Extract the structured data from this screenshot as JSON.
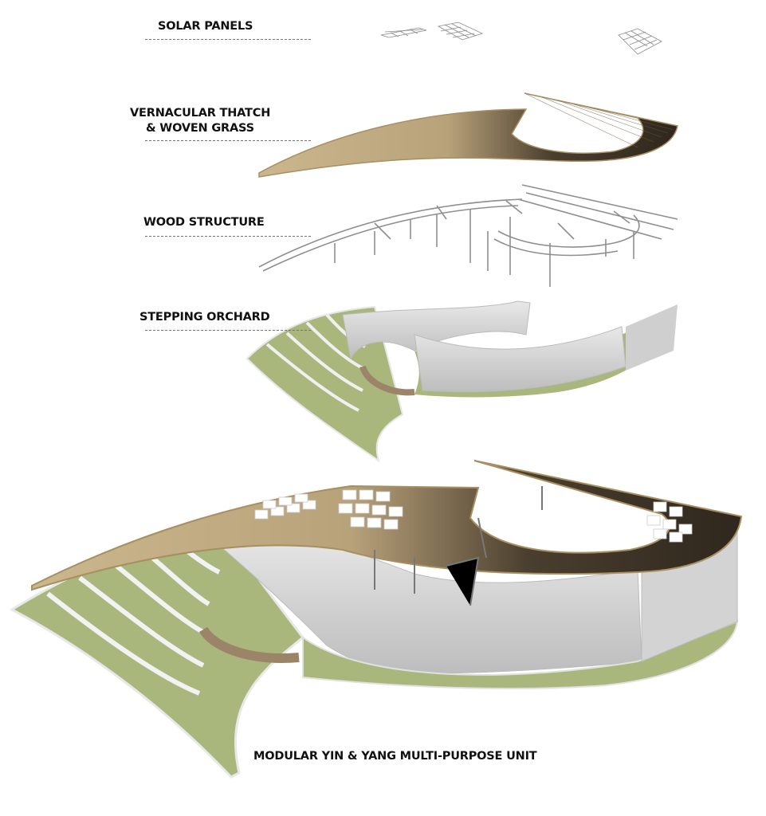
{
  "layers": [
    {
      "label": "SOLAR PANELS"
    },
    {
      "label_line1": "VERNACULAR THATCH",
      "label_line2": "& WOVEN GRASS"
    },
    {
      "label": "WOOD STRUCTURE"
    },
    {
      "label": "STEPPING ORCHARD"
    }
  ],
  "caption": "MODULAR YIN & YANG MULTI-PURPOSE UNIT",
  "colors": {
    "thatch_light": "#c9b48a",
    "thatch_dark": "#3d3326",
    "grass": "#a7b57a",
    "wall": "#d6d6d6",
    "structure": "#9a9a9a",
    "label": "#111111"
  }
}
